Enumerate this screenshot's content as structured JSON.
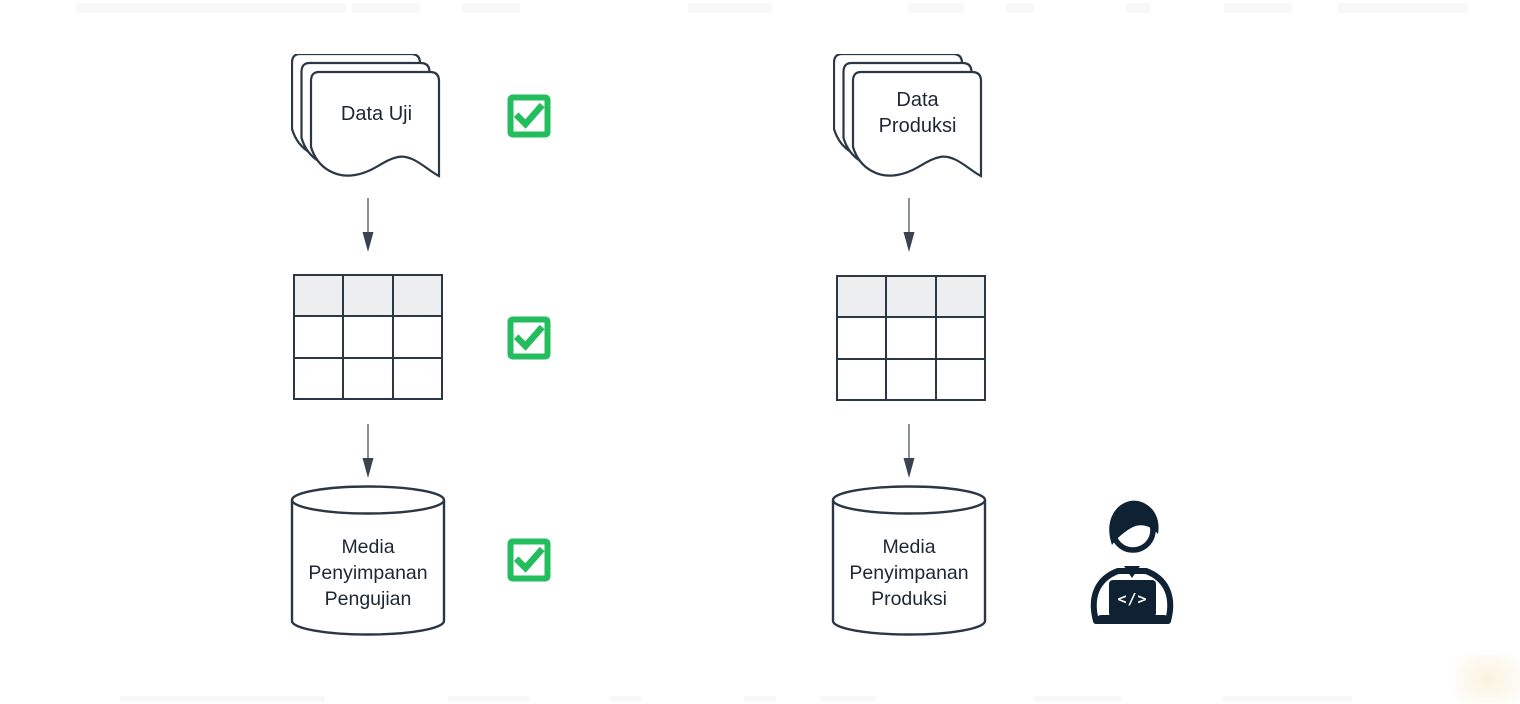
{
  "colors": {
    "background": "#ffffff",
    "shape_outline": "#2b3744",
    "table_header_fill": "#edeef0",
    "check_green": "#23bd5d",
    "arrow_line": "#70767e",
    "arrow_head": "#3a4350",
    "developer_icon": "#0e2233",
    "text": "#1d2733"
  },
  "left_flow": {
    "doc_label": "Data Uji",
    "table": {
      "rows": 3,
      "cols": 3,
      "header_row_shaded": true
    },
    "cylinder_lines": [
      "Media",
      "Penyimpanan",
      "Pengujian"
    ],
    "check_count": 3
  },
  "right_flow": {
    "doc_label_lines": [
      "Data",
      "Produksi"
    ],
    "table": {
      "rows": 3,
      "cols": 3,
      "header_row_shaded": true
    },
    "cylinder_lines": [
      "Media",
      "Penyimpanan",
      "Produksi"
    ]
  },
  "developer": {
    "code_glyph": "</>"
  }
}
